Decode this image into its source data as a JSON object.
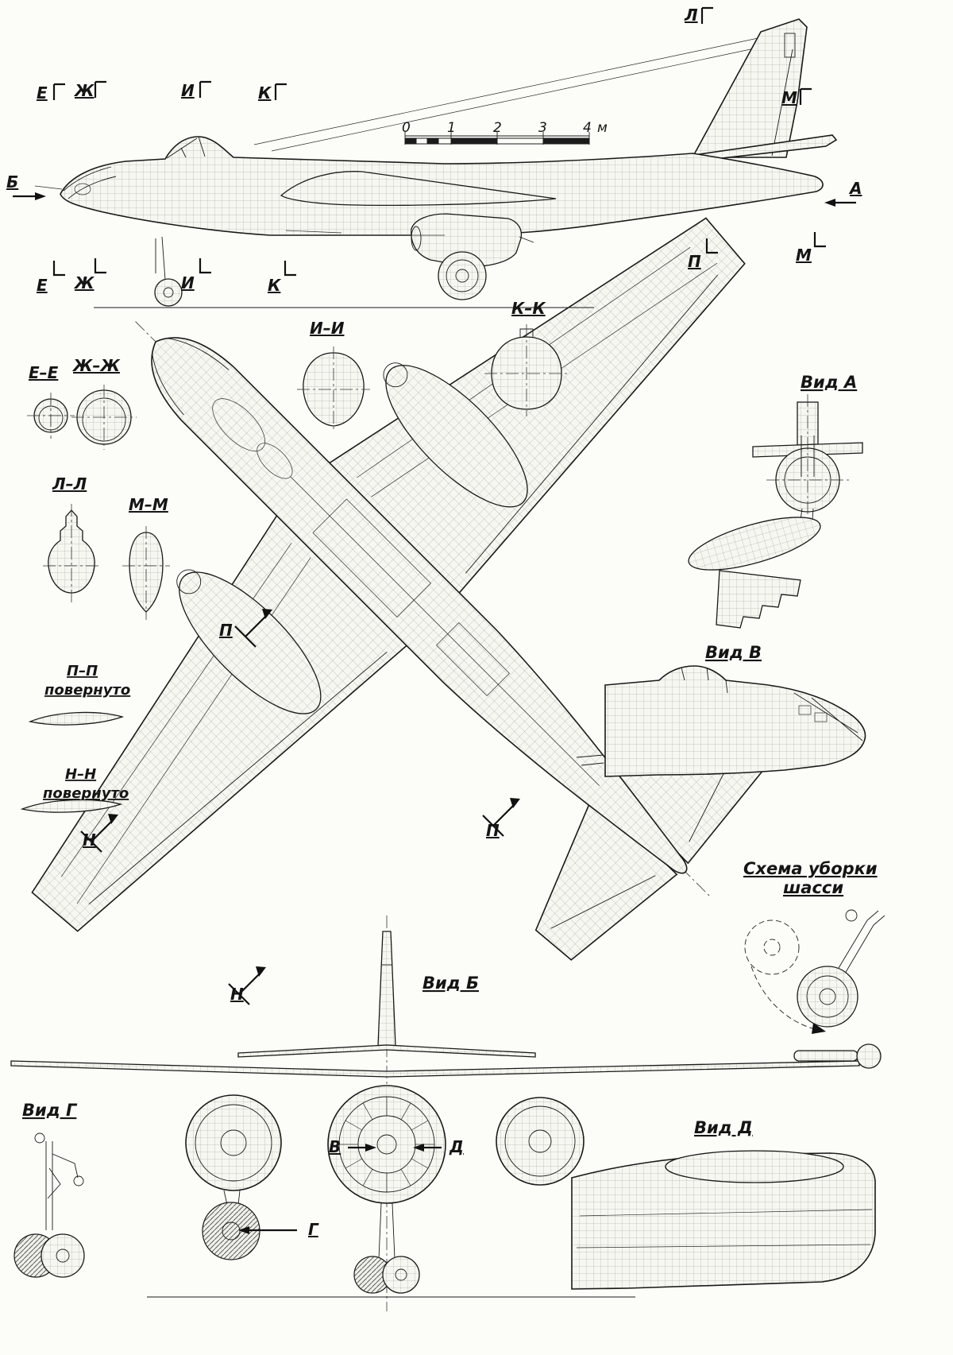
{
  "palette": {
    "paper": "#fcfcf9",
    "ink": "#1a1a1a"
  },
  "scalebar": {
    "t0": "0",
    "t1": "1",
    "t2": "2",
    "t3": "3",
    "t4": "4",
    "unit": "м"
  },
  "marks": {
    "A": "А",
    "B": "Б",
    "V": "В",
    "G": "Г",
    "D": "Д",
    "E": "Е",
    "Zh": "Ж",
    "I": "И",
    "K": "К",
    "L": "Л",
    "M": "М",
    "N": "Н",
    "P": "П"
  },
  "sections": {
    "EE": "Е–Е",
    "ZhZh": "Ж–Ж",
    "II": "И–И",
    "KK": "К–К",
    "LL": "Л–Л",
    "MM": "М–М",
    "PP": "П–П",
    "NN": "Н–Н",
    "rotated": "повернуто"
  },
  "views": {
    "A": "Вид А",
    "V": "Вид В",
    "B": "Вид Б",
    "G": "Вид Г",
    "D": "Вид Д",
    "gear_line1": "Схема уборки",
    "gear_line2": "шасси"
  }
}
